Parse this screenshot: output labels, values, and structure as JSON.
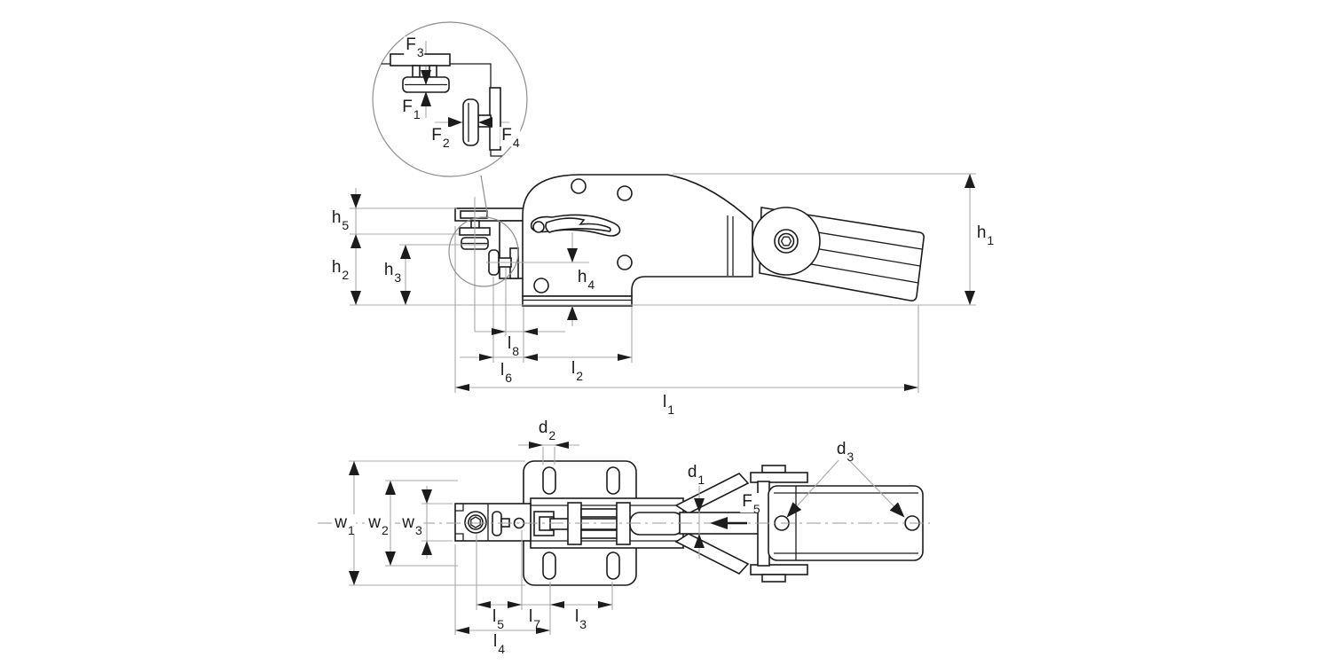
{
  "drawing": {
    "type": "technical-dimension-drawing",
    "views": [
      "side-view",
      "plan-view",
      "force-detail-circle"
    ]
  },
  "colors": {
    "outline": "#1c1c1c",
    "dimension_line": "#a8a8a8",
    "background": "#ffffff"
  },
  "labels": {
    "F1": {
      "base": "F",
      "sub": "1"
    },
    "F2": {
      "base": "F",
      "sub": "2"
    },
    "F3": {
      "base": "F",
      "sub": "3"
    },
    "F4": {
      "base": "F",
      "sub": "4"
    },
    "F5": {
      "base": "F",
      "sub": "5"
    },
    "h1": {
      "base": "h",
      "sub": "1"
    },
    "h2": {
      "base": "h",
      "sub": "2"
    },
    "h3": {
      "base": "h",
      "sub": "3"
    },
    "h4": {
      "base": "h",
      "sub": "4"
    },
    "h5": {
      "base": "h",
      "sub": "5"
    },
    "l1": {
      "base": "l",
      "sub": "1"
    },
    "l2": {
      "base": "l",
      "sub": "2"
    },
    "l3": {
      "base": "l",
      "sub": "3"
    },
    "l4": {
      "base": "l",
      "sub": "4"
    },
    "l5": {
      "base": "l",
      "sub": "5"
    },
    "l6": {
      "base": "l",
      "sub": "6"
    },
    "l7": {
      "base": "l",
      "sub": "7"
    },
    "l8": {
      "base": "l",
      "sub": "8"
    },
    "w1": {
      "base": "w",
      "sub": "1"
    },
    "w2": {
      "base": "w",
      "sub": "2"
    },
    "w3": {
      "base": "w",
      "sub": "3"
    },
    "d1": {
      "base": "d",
      "sub": "1"
    },
    "d2": {
      "base": "d",
      "sub": "2"
    },
    "d3": {
      "base": "d",
      "sub": "3"
    }
  }
}
